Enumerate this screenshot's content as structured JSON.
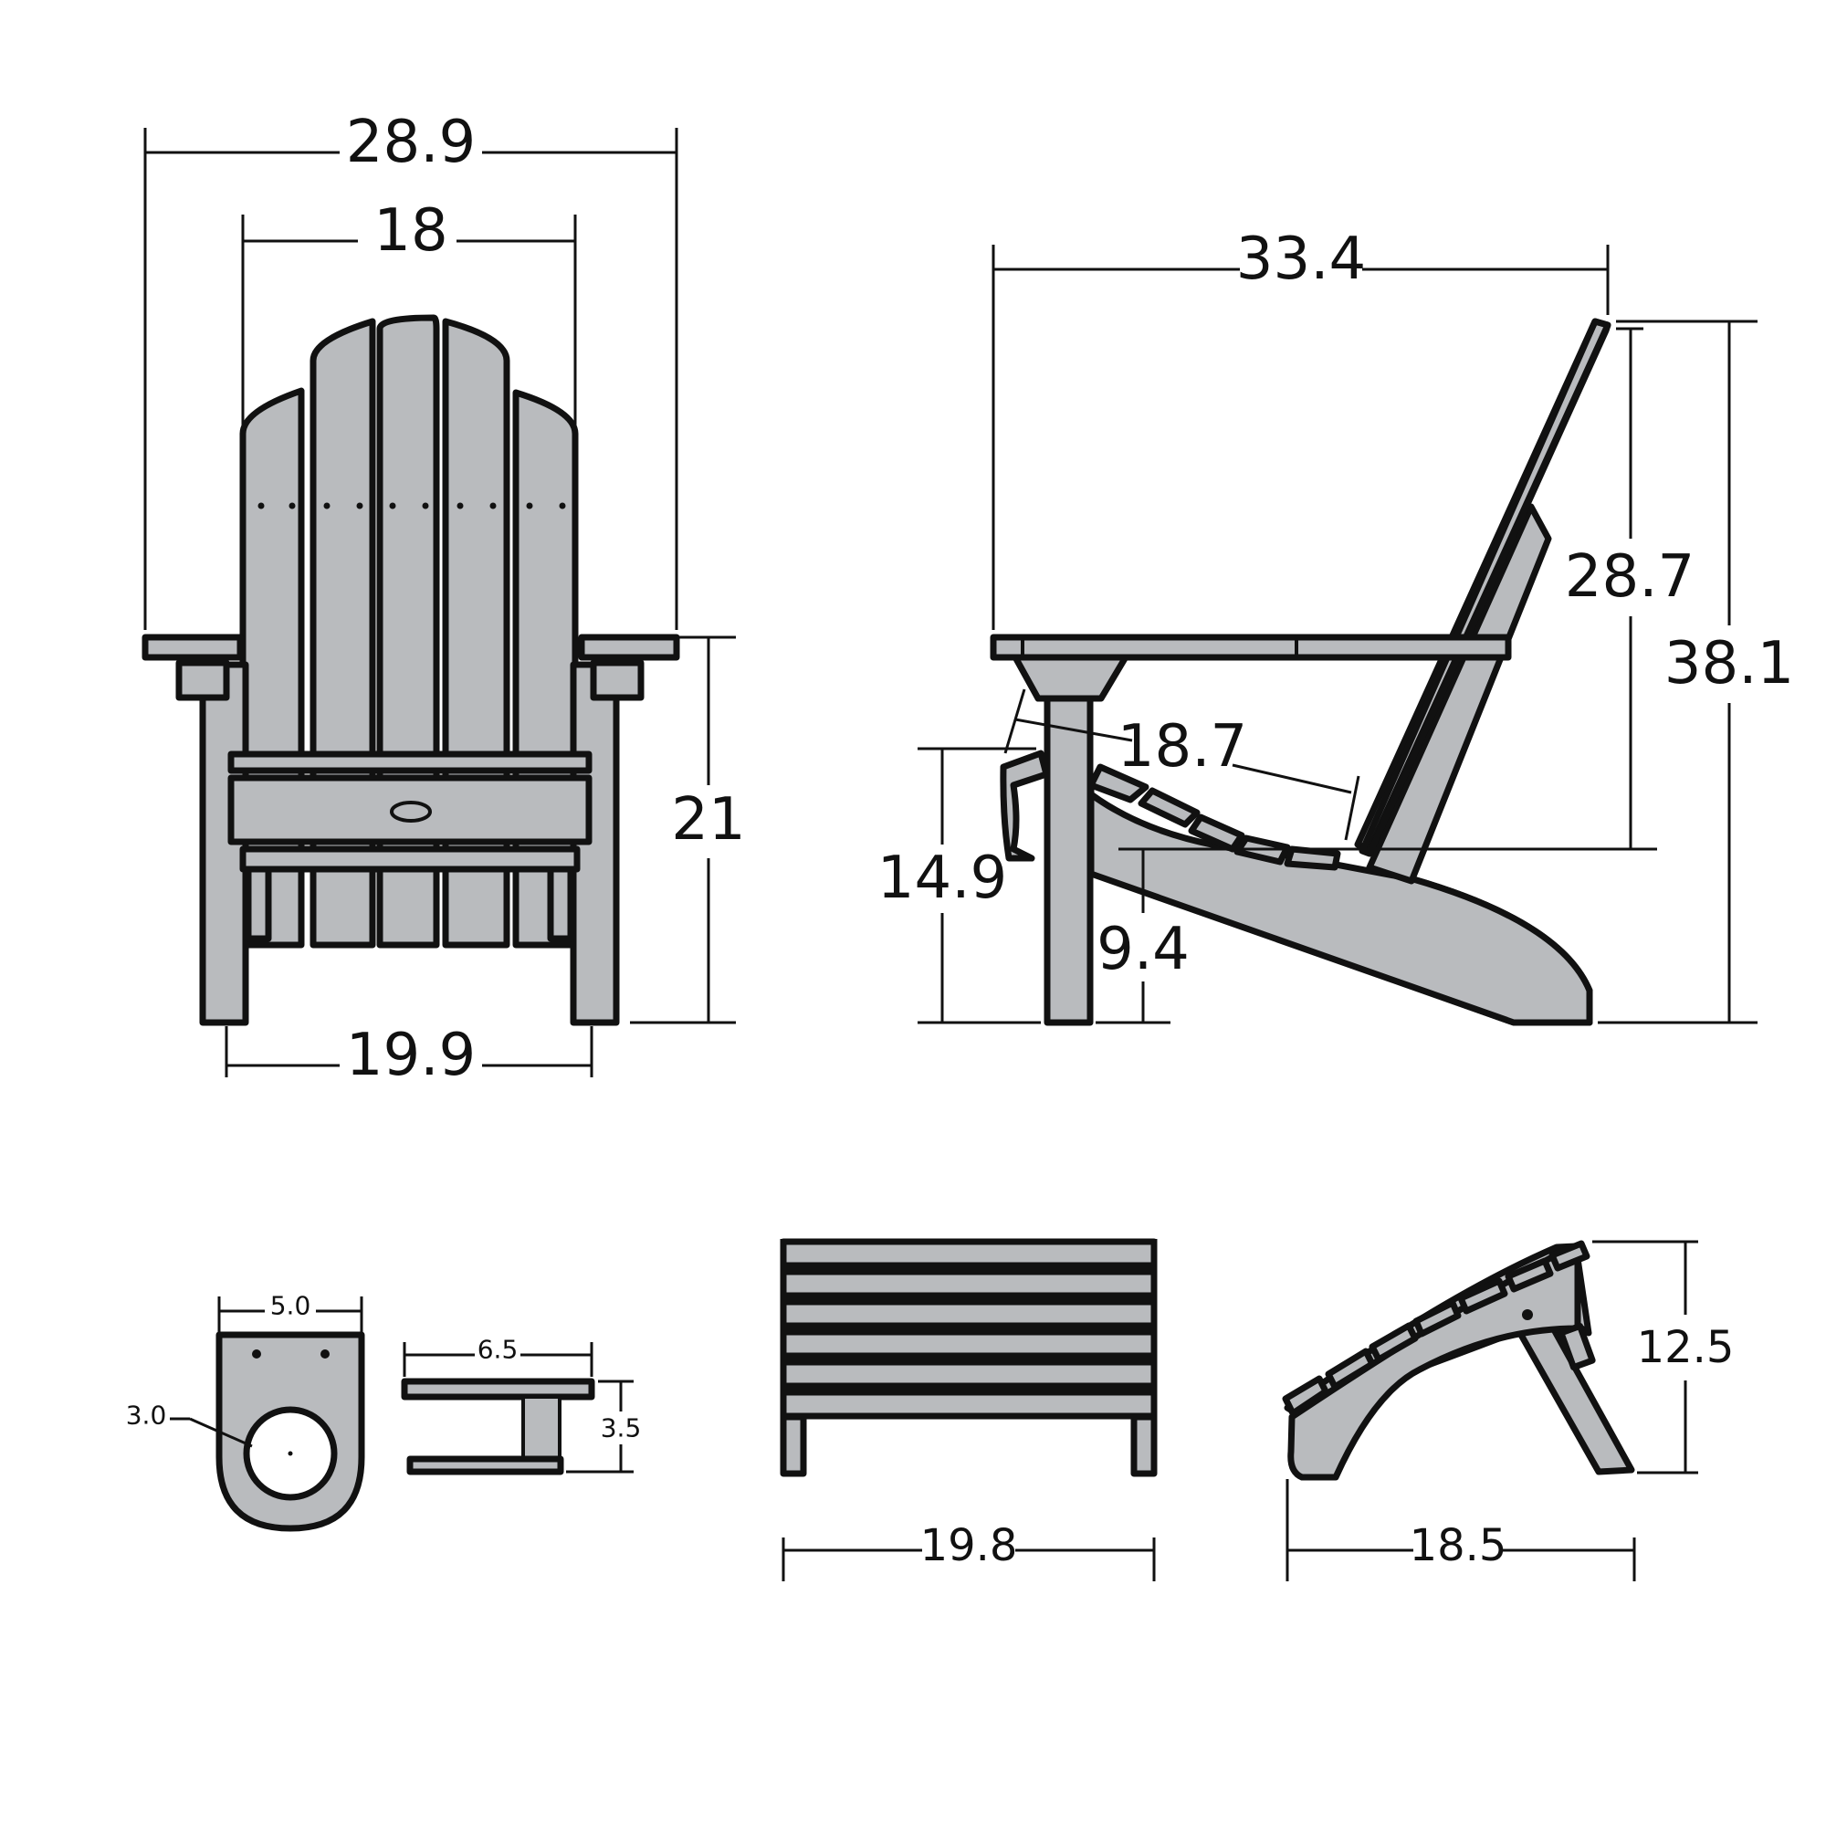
{
  "front_view": {
    "overall_width": "28.9",
    "back_width": "18",
    "seat_front_width": "19.9",
    "arm_height": "21"
  },
  "side_view": {
    "overall_depth": "33.4",
    "overall_height": "38.1",
    "back_height": "28.7",
    "seat_depth": "18.7",
    "seat_front_height": "14.9",
    "seat_rear_height": "9.4"
  },
  "cup_holder": {
    "width": "5.0",
    "hole_diameter": "3.0",
    "side_width": "6.5",
    "side_height": "3.5"
  },
  "ottoman": {
    "front_width": "19.8",
    "side_depth": "18.5",
    "height": "12.5"
  },
  "colors": {
    "part_fill": "#b9bbbe",
    "outline": "#111111",
    "background": "#ffffff"
  }
}
